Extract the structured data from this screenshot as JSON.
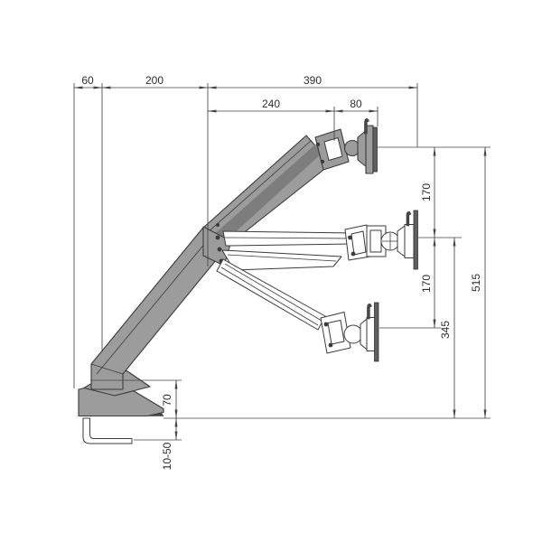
{
  "drawing": {
    "description": "Side-view technical dimension drawing of a gas-spring monitor desk-mount arm shown in three positions (raised, horizontal, lowered)",
    "background": "#ffffff"
  },
  "dims": {
    "d60": "60",
    "d200": "200",
    "d390": "390",
    "d240": "240",
    "d80": "80",
    "d170_upper": "170",
    "d170_lower": "170",
    "d345": "345",
    "d515": "515",
    "d70": "70",
    "d10_50": "10-50"
  },
  "colors": {
    "arm_gray": "#9c9c9c",
    "arm_dark_stripe": "#7d7d7d",
    "outline": "#3b3b3b",
    "dimension_line": "#454545",
    "plate_dark": "#5f5f5f",
    "text": "#2d2d2d",
    "background": "#ffffff"
  }
}
